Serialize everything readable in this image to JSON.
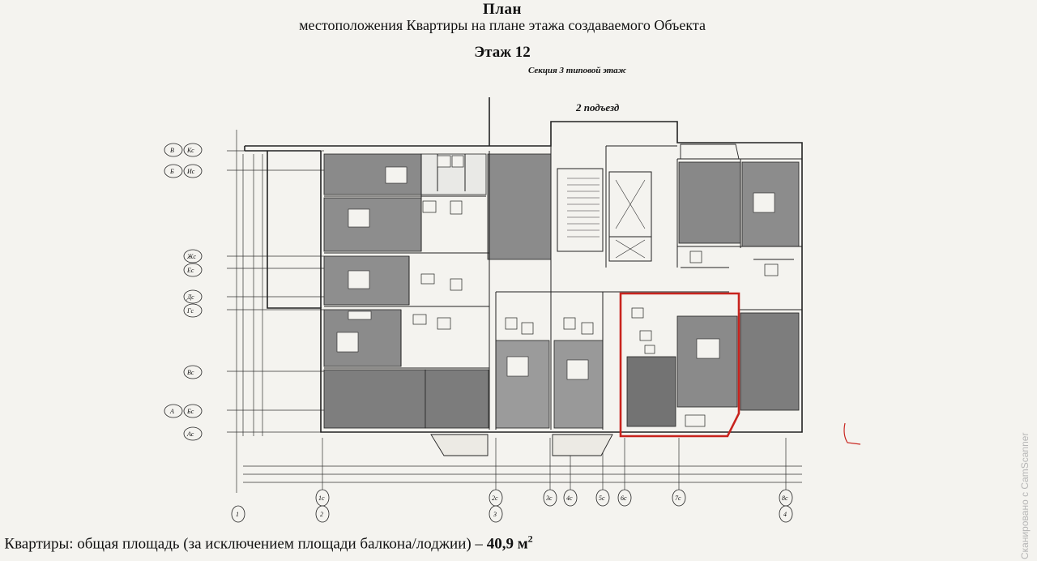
{
  "header": {
    "title": "План",
    "subtitle": "местоположения Квартиры на плане этажа создаваемого Объекта",
    "floor": "Этаж 12",
    "section_note": "Секция 3     типовой этаж",
    "entrance": "2 подъезд"
  },
  "plan": {
    "row_axes": [
      "В",
      "Б",
      "Жс",
      "Ес",
      "Дс",
      "Гс",
      "Вс",
      "А",
      "Ас"
    ],
    "row_axes_sub": [
      "Кс",
      "Ис",
      "",
      "",
      "",
      "",
      "",
      "Бс",
      ""
    ],
    "col_axes_top": [
      "1с",
      "2с",
      "3с",
      "4с",
      "5с",
      "6с",
      "7с",
      "8с"
    ],
    "col_axes_bottom": [
      "1",
      "2",
      "3",
      "4"
    ],
    "highlight_color": "#c8231d"
  },
  "footer": {
    "area_text": "ь Квартиры: общая площадь (за исключением площади балкона/лоджии) – ",
    "area_value": "40,9 м",
    "area_sup": "2"
  },
  "watermark": {
    "text": "Сканировано с CamScanner"
  }
}
